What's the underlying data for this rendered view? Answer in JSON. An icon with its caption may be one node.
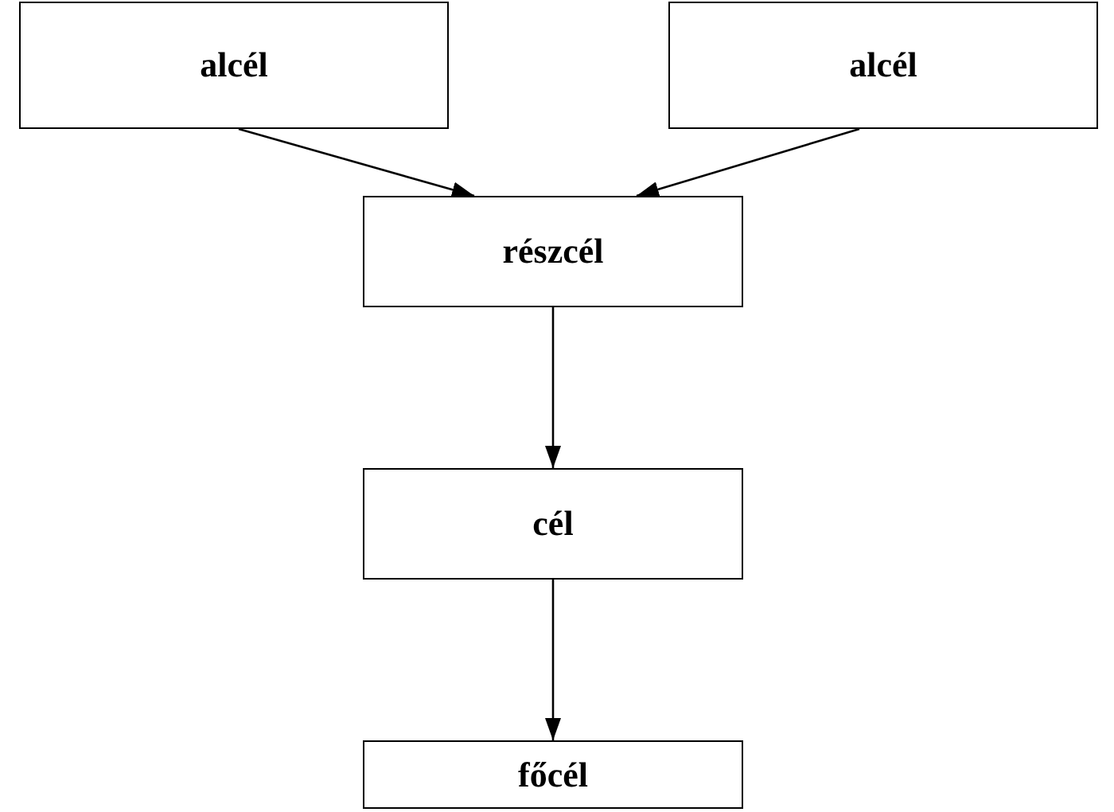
{
  "diagram": {
    "nodes": [
      {
        "text": [
          "alcél"
        ]
      },
      {
        "text": [
          "alcél"
        ]
      },
      {
        "text": [
          "részcél"
        ]
      },
      {
        "text": [
          "cél"
        ]
      },
      {
        "text": [
          "főcél"
        ]
      }
    ],
    "edges": [
      {
        "from": 0,
        "to": 2,
        "arrow": "to"
      },
      {
        "from": 1,
        "to": 2,
        "arrow": "to"
      },
      {
        "from": 2,
        "to": 3,
        "arrow": "to"
      },
      {
        "from": 3,
        "to": 4,
        "arrow": "to"
      }
    ]
  }
}
